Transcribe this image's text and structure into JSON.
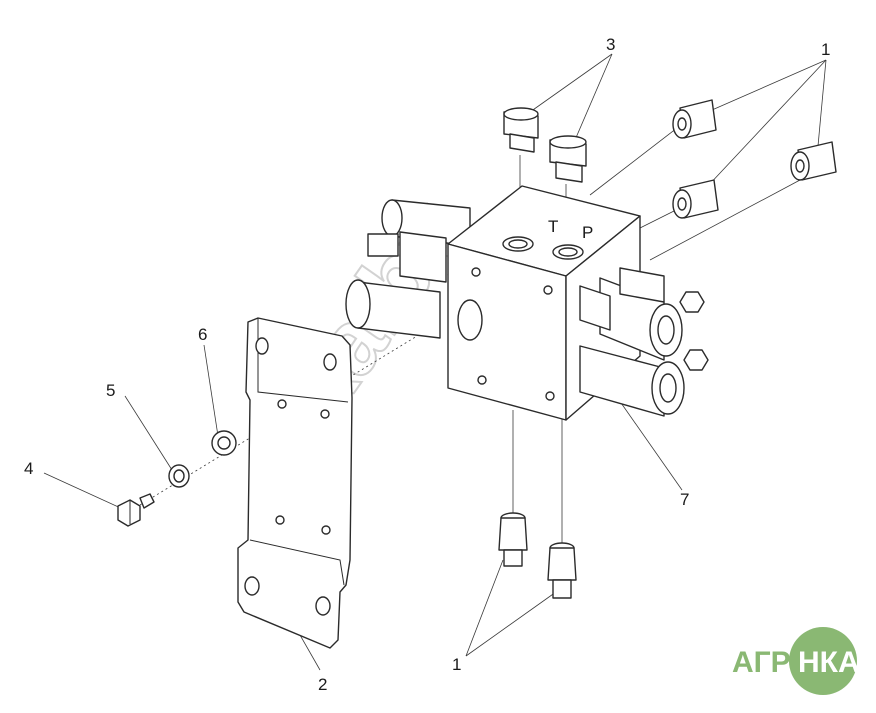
{
  "diagram": {
    "callouts": [
      {
        "id": "c1a",
        "label": "1"
      },
      {
        "id": "c1b",
        "label": "1"
      },
      {
        "id": "c2",
        "label": "2"
      },
      {
        "id": "c3",
        "label": "3"
      },
      {
        "id": "c4",
        "label": "4"
      },
      {
        "id": "c5",
        "label": "5"
      },
      {
        "id": "c6",
        "label": "6"
      },
      {
        "id": "c7",
        "label": "7"
      }
    ],
    "port_labels": {
      "t": "T",
      "p": "P"
    }
  },
  "watermark": {
    "text": "nka.by"
  },
  "logo": {
    "left": "АГРО",
    "right": "НКА",
    "color": "#8ab873"
  }
}
